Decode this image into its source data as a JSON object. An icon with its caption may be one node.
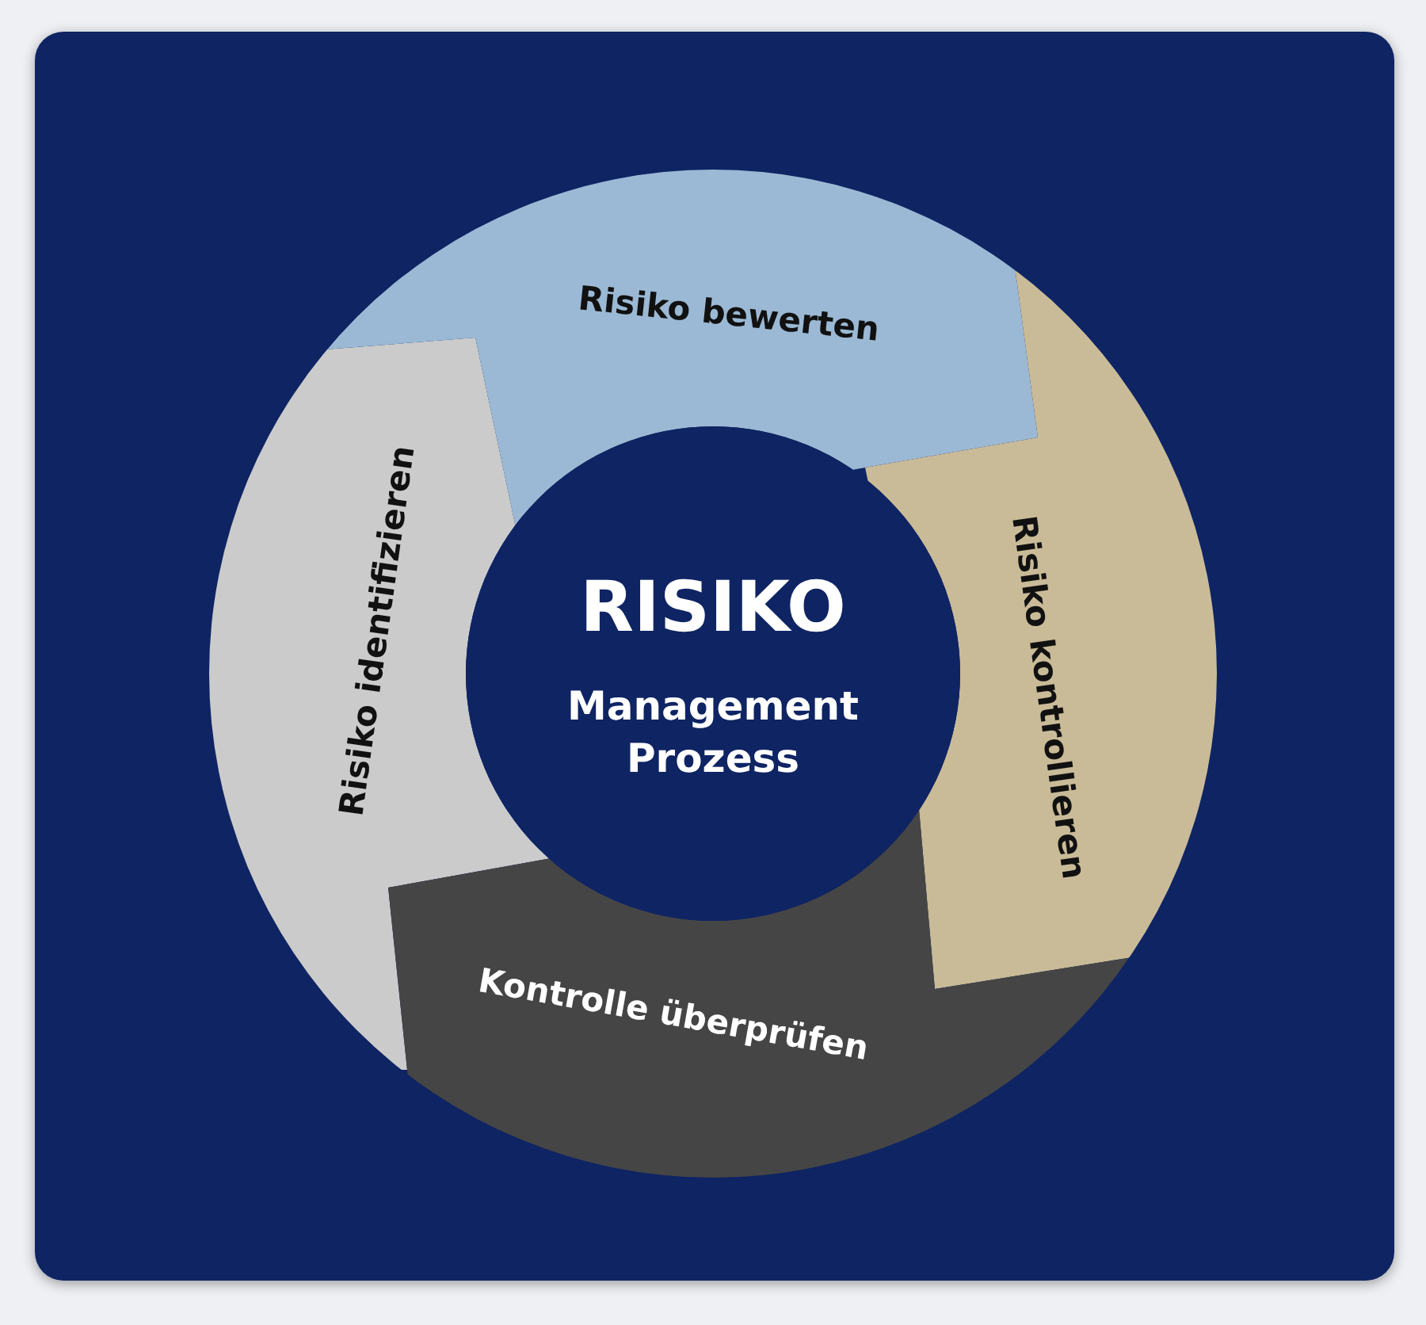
{
  "diagram": {
    "nodes": [
      {
        "text": [
          "RISIKO",
          "Management Prozess"
        ]
      },
      {
        "text": [
          "Risiko bewerten"
        ]
      },
      {
        "text": [
          "Risiko kontrollieren"
        ]
      },
      {
        "text": [
          "Kontrolle überprüfen"
        ]
      },
      {
        "text": [
          "Risiko identifizieren"
        ]
      }
    ]
  }
}
